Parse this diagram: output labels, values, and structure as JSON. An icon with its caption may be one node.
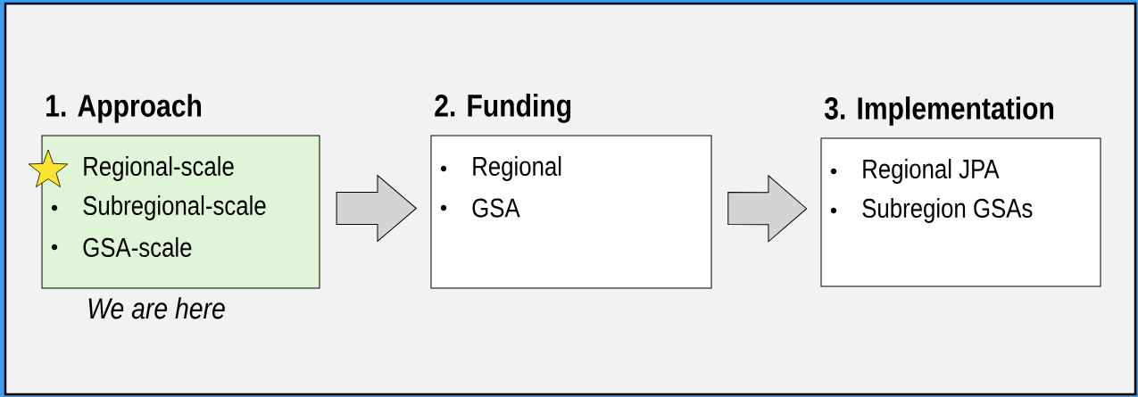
{
  "diagram": {
    "nodes": [
      {
        "text": [
          "1. Approach",
          "Regional-scale",
          "Subregional-scale",
          "GSA-scale"
        ],
        "beside": [
          "We are here"
        ]
      },
      {
        "text": [
          "2. Funding",
          "Regional",
          "GSA"
        ]
      },
      {
        "text": [
          "3. Implementation",
          "Regional JPA",
          "Subregion GSAs"
        ]
      }
    ],
    "edges": [
      {
        "from": 0,
        "to": 1,
        "arrow": "to"
      },
      {
        "from": 1,
        "to": 2,
        "arrow": "to"
      }
    ]
  }
}
